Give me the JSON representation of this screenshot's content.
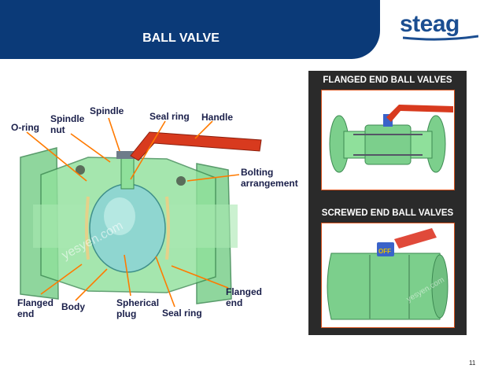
{
  "slide": {
    "title": "BALL VALVE",
    "logo_text": "steag",
    "page_number": "11"
  },
  "main_diagram": {
    "labels": {
      "oring": "O-ring",
      "spindle_nut_1": "Spindle",
      "spindle_nut_2": "nut",
      "spindle": "Spindle",
      "seal_ring_top": "Seal ring",
      "handle": "Handle",
      "bolting_1": "Bolting",
      "bolting_2": "arrangement",
      "flanged_end_left_1": "Flanged",
      "flanged_end_left_2": "end",
      "body": "Body",
      "spherical_plug_1": "Spherical",
      "spherical_plug_2": "plug",
      "seal_ring_bottom": "Seal ring",
      "flanged_end_right_1": "Flanged",
      "flanged_end_right_2": "end"
    },
    "watermark": "yesyen.com"
  },
  "side_panel": {
    "flanged_heading": "FLANGED END BALL VALVES",
    "screwed_heading": "SCREWED END BALL VALVES",
    "screwed_tag": "OFF",
    "watermark": "yesyen.com"
  },
  "colors": {
    "header_blue": "#0b3a78",
    "logo_blue": "#1b4e91",
    "valve_green": "#7ccf8c",
    "handle_red": "#d83a1e",
    "label_text": "#1a1f4a",
    "arrow_orange": "#ff7a00"
  }
}
